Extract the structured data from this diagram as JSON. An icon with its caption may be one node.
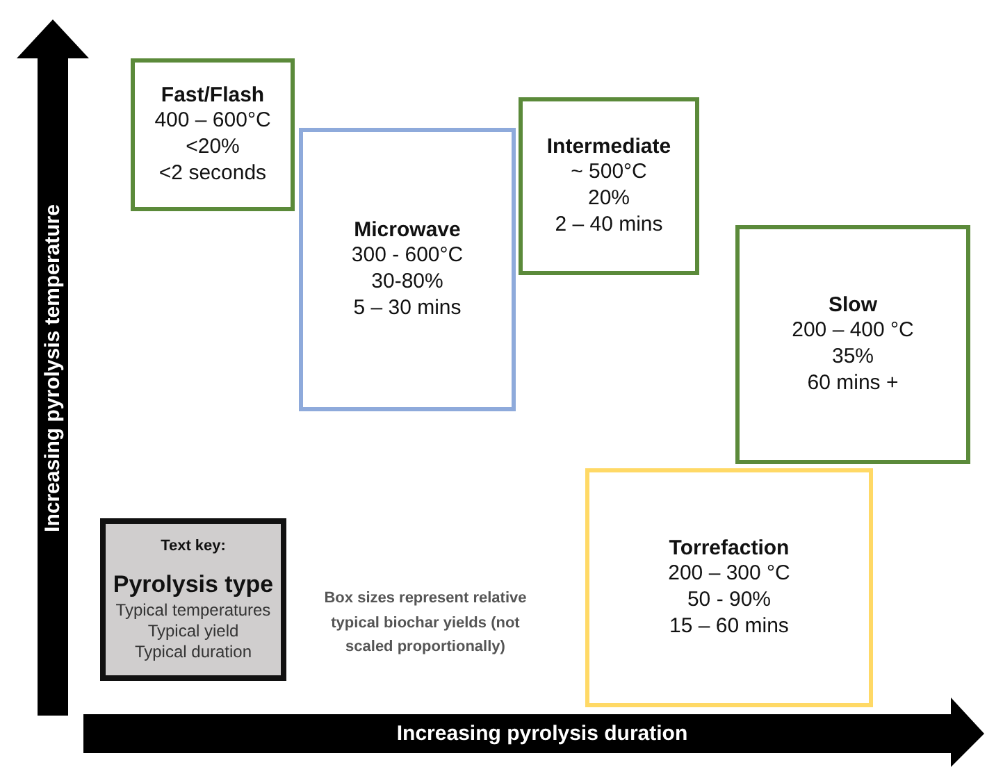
{
  "diagram": {
    "nodes": [
      {
        "text": [
          "Fast/Flash",
          "400 – 600°C",
          "<20%",
          "<2 seconds"
        ]
      },
      {
        "text": [
          "Intermediate",
          "~ 500°C",
          "20%",
          "2 – 40 mins"
        ]
      },
      {
        "text": [
          "Microwave",
          "300 - 600°C",
          "30-80%",
          "5 – 30 mins"
        ]
      },
      {
        "text": [
          "Slow",
          "200 – 400 °C",
          "35%",
          "60 mins +"
        ]
      },
      {
        "text": [
          "Torrefaction",
          "200 – 300 °C",
          "50 - 90%",
          "15 – 60 mins"
        ]
      },
      {
        "text": [
          "Text key:",
          "Pyrolysis type",
          "Typical temperatures",
          "Typical yield",
          "Typical duration"
        ]
      }
    ],
    "edges": [],
    "labels": [
      "Increasing pyrolysis temperature",
      "Box sizes represent relative typical biochar yields (not scaled proportionally)",
      "Increasing pyrolysis duration"
    ]
  }
}
